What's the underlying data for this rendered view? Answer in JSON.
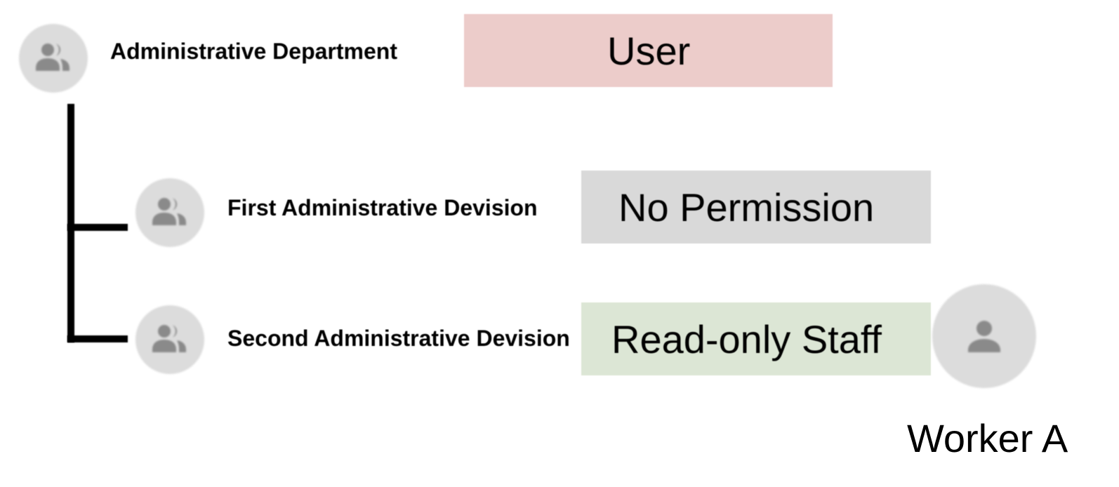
{
  "root": {
    "name": "Administrative Department",
    "icon": "group-icon",
    "role": "User",
    "role_color": "#ecccca"
  },
  "children": [
    {
      "name": "First Administrative Devision",
      "icon": "group-icon",
      "role": "No Permission",
      "role_color": "#d9d9d9"
    },
    {
      "name": "Second Administrative Devision",
      "icon": "group-icon",
      "role": "Read-only Staff",
      "role_color": "#dce6d5"
    }
  ],
  "worker": {
    "name": "Worker A",
    "icon": "person-icon"
  },
  "colors": {
    "avatar_bg": "#dcdcdc",
    "icon_fg": "#8a8a8a",
    "tree_line": "#000000"
  }
}
